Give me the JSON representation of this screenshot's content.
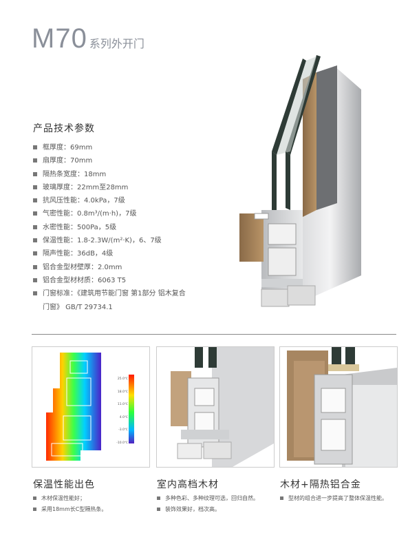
{
  "header": {
    "model": "M70",
    "series": "系列外开门"
  },
  "specs": {
    "heading": "产品技术参数",
    "items": [
      "框厚度：69mm",
      "扇厚度：70mm",
      "隔热条宽度：18mm",
      "玻璃厚度：22mm至28mm",
      "抗风压性能：4.0kPa，7级",
      "气密性能：0.8m³/(m·h)，7级",
      "水密性能：500Pa，5级",
      "保温性能：1.8-2.3W/(m²·K)，6、7级",
      "隔声性能：36dB，4级",
      "铝合金型材壁厚：2.0mm",
      "铝合金型材材质：6063 T5",
      "门窗标准：《建筑用节能门窗 第1部分 铝木复合",
      "门窗》 GB/T 29734.1"
    ]
  },
  "thermal_scale": [
    "25.0℃",
    "18.0℃",
    "11.0℃",
    "4.0℃",
    "-3.0℃",
    "-10.0℃"
  ],
  "features": [
    {
      "title": "保温性能出色",
      "bullets": [
        "木材保温性能好；",
        "采用18mm长C型隔热条。"
      ]
    },
    {
      "title": "室内高档木材",
      "bullets": [
        "多种色彩、多种纹理可选，回归自然。",
        "装饰效果好，档次高。"
      ]
    },
    {
      "title": "木材+隔热铝合金",
      "bullets": [
        "型材的组合进一步提高了整体保温性能。"
      ]
    }
  ]
}
